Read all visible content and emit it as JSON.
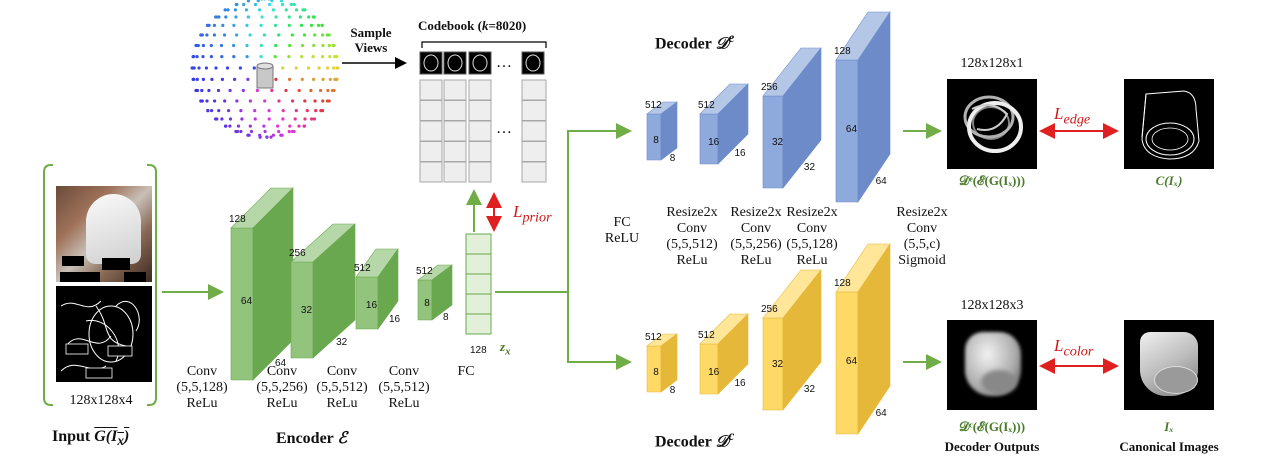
{
  "sphere": {
    "sample_views": "Sample Views"
  },
  "codebook": {
    "title_prefix": "Codebook (",
    "k": "k",
    "title_suffix": "=8020)",
    "ellipsis": "…"
  },
  "input": {
    "size": "128x128x4",
    "label_prefix": "Input ",
    "expr": "G(I",
    "sub": "x",
    "close": ")"
  },
  "encoder": {
    "title_prefix": "Encoder ",
    "symbol": "ℰ",
    "blocks": [
      {
        "depth": "128",
        "w": "64",
        "h": "64"
      },
      {
        "depth": "256",
        "w": "32",
        "h": "32"
      },
      {
        "depth": "512",
        "w": "16",
        "h": "16"
      },
      {
        "depth": "512",
        "w": "8",
        "h": "8"
      }
    ],
    "captions": [
      [
        "Conv",
        "(5,5,128)",
        "ReLu"
      ],
      [
        "Conv",
        "(5,5,256)",
        "ReLu"
      ],
      [
        "Conv",
        "(5,5,512)",
        "ReLu"
      ],
      [
        "Conv",
        "(5,5,512)",
        "ReLu"
      ],
      [
        "FC"
      ]
    ]
  },
  "latent": {
    "size": "128",
    "z": "z",
    "sub": "x",
    "l_prior": "L",
    "l_prior_sub": "prior"
  },
  "decoder_e": {
    "title_prefix": "Decoder ",
    "symbol": "𝒟",
    "sup": "e",
    "blocks": [
      {
        "depth": "512",
        "w": "8",
        "h": "8"
      },
      {
        "depth": "512",
        "w": "16",
        "h": "16"
      },
      {
        "depth": "256",
        "w": "32",
        "h": "32"
      },
      {
        "depth": "128",
        "w": "64",
        "h": "64"
      }
    ],
    "output_size": "128x128x1",
    "output_label": "𝒟ᵉ(ℰ(G(Iₓ)))",
    "target_label": "C(Iₓ)",
    "loss": "L",
    "loss_sub": "edge"
  },
  "decoder_captions": [
    [
      "FC",
      "ReLU"
    ],
    [
      "Resize2x",
      "Conv",
      "(5,5,512)",
      "ReLu"
    ],
    [
      "Resize2x",
      "Conv",
      "(5,5,256)",
      "ReLu"
    ],
    [
      "Resize2x",
      "Conv",
      "(5,5,128)",
      "ReLu"
    ],
    [
      "Resize2x",
      "Conv",
      "(5,5,c)",
      "Sigmoid"
    ]
  ],
  "decoder_c": {
    "title_prefix": "Decoder ",
    "symbol": "𝒟",
    "sup": "c",
    "blocks": [
      {
        "depth": "512",
        "w": "8",
        "h": "8"
      },
      {
        "depth": "512",
        "w": "16",
        "h": "16"
      },
      {
        "depth": "256",
        "w": "32",
        "h": "32"
      },
      {
        "depth": "128",
        "w": "64",
        "h": "64"
      }
    ],
    "output_size": "128x128x3",
    "output_label": "𝒟ᶜ(ℰ(G(Iₓ)))",
    "output_caption": "Decoder Outputs",
    "target_label": "Iₓ",
    "target_caption": "Canonical Images",
    "loss": "L",
    "loss_sub": "color"
  },
  "colors": {
    "green_front": "#93c47d",
    "green_side": "#6aa84f",
    "green_top": "#b6d7a8",
    "blue_front": "#8ea9db",
    "blue_side": "#6d8bc9",
    "blue_top": "#b4c7e7",
    "yellow_front": "#ffd966",
    "yellow_side": "#e6b83a",
    "yellow_top": "#ffe699",
    "arrow_green": "#70ad47",
    "arrow_red": "#e02020"
  }
}
